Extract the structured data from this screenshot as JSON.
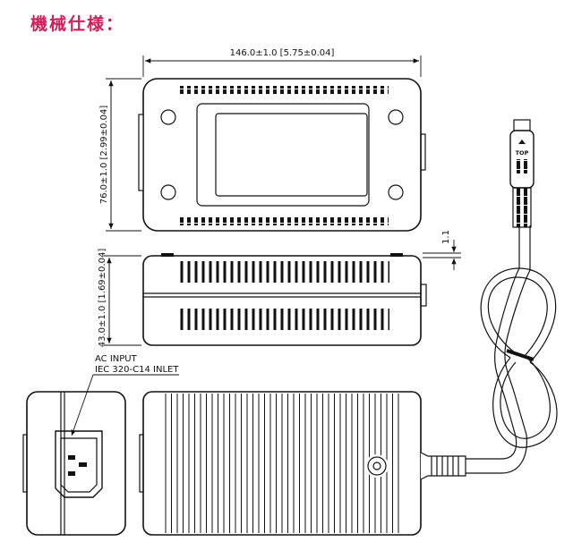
{
  "title": "機械仕様：",
  "dimensions": {
    "width": "146.0±1.0 [5.75±0.04]",
    "height": "76.0±1.0 [2.99±0.04]",
    "depth": "43.0±1.0 [1.69±0.04]",
    "step": "1.1"
  },
  "callout": {
    "line1": "AC INPUT",
    "line2": "IEC 320-C14 INLET"
  },
  "connector": {
    "label": "TOP"
  },
  "colors": {
    "title": "#d11f5c",
    "line": "#111111"
  }
}
